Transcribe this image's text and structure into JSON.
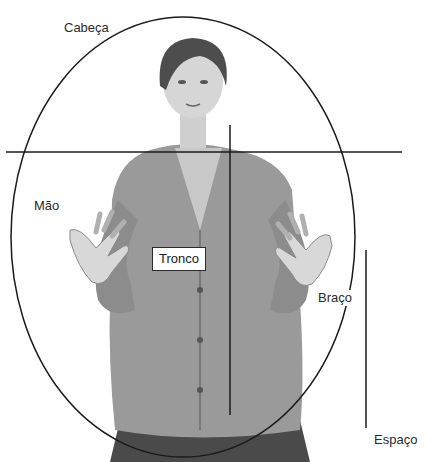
{
  "diagram": {
    "nodes": [
      {
        "text": [
          "Tronco"
        ]
      }
    ],
    "labels": [
      "Cabeça",
      "Mão",
      "Braço",
      "Espaço"
    ]
  }
}
